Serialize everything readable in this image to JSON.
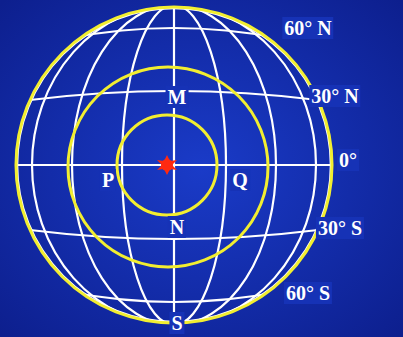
{
  "diagram": {
    "labels": [
      "60° N",
      "30° N",
      "0°",
      "30° S",
      "60° S",
      "M",
      "P",
      "Q",
      "N",
      "S"
    ]
  }
}
